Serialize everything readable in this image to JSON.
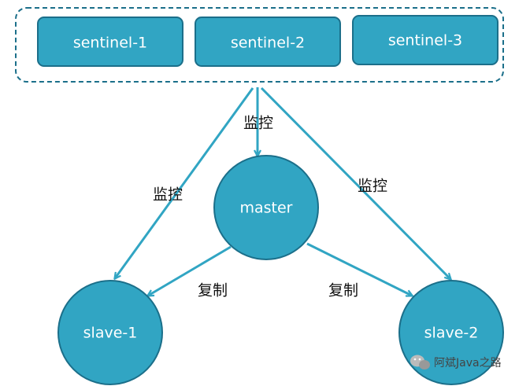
{
  "diagram": {
    "sentinels": [
      "sentinel-1",
      "sentinel-2",
      "sentinel-3"
    ],
    "master": "master",
    "slaves": [
      "slave-1",
      "slave-2"
    ],
    "monitor_label": "监控",
    "replicate_label": "复制"
  },
  "watermark": {
    "text": "阿斌Java之路",
    "icon": "wechat-icon"
  },
  "colors": {
    "node_fill": "#31a5c3",
    "node_stroke": "#1b6f8a",
    "arrow": "#31a5c3",
    "group_border": "#1b6f8a"
  }
}
